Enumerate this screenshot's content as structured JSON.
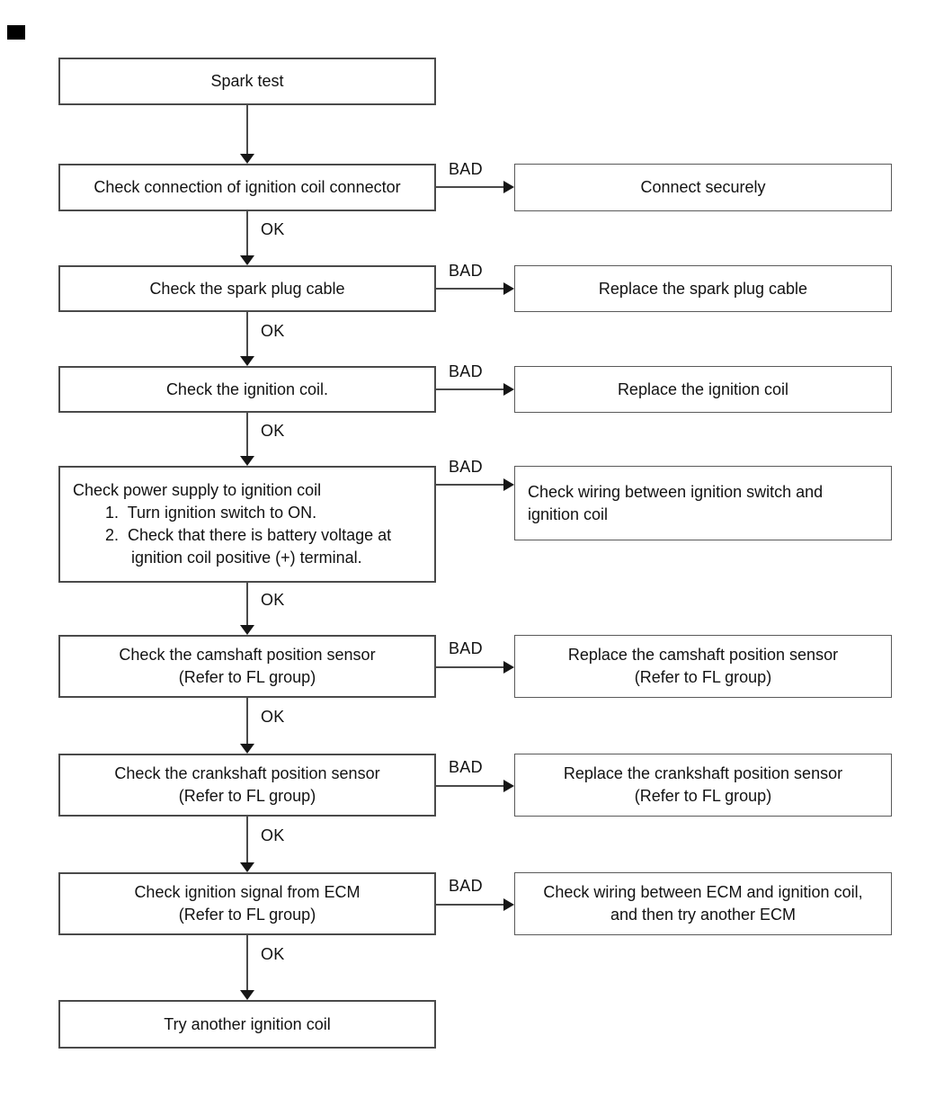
{
  "page": {
    "background_color": "#ffffff",
    "ink_color": "#121212",
    "box_border_color": "#4a4a4a",
    "marker_color": "#000000"
  },
  "labels": {
    "ok": "OK",
    "bad": "BAD"
  },
  "flow": {
    "start": {
      "label": "Spark test"
    },
    "steps": [
      {
        "left": {
          "lines": [
            "Check connection of ignition coil connector"
          ]
        },
        "bad": {
          "lines": [
            "Connect securely"
          ]
        }
      },
      {
        "left": {
          "lines": [
            "Check the spark plug cable"
          ]
        },
        "bad": {
          "lines": [
            "Replace the spark plug cable"
          ]
        }
      },
      {
        "left": {
          "lines": [
            "Check the ignition coil."
          ]
        },
        "bad": {
          "lines": [
            "Replace the ignition coil"
          ]
        }
      },
      {
        "left": {
          "lines": [
            "Check power supply to ignition coil",
            "1.  Turn ignition switch to ON.",
            "2.  Check that there is battery voltage at",
            "ignition coil positive (+) terminal."
          ]
        },
        "bad": {
          "lines": [
            "Check wiring between ignition switch and",
            "ignition coil"
          ]
        }
      },
      {
        "left": {
          "lines": [
            "Check the camshaft position sensor",
            "(Refer to FL group)"
          ]
        },
        "bad": {
          "lines": [
            "Replace the camshaft position sensor",
            "(Refer to FL group)"
          ]
        }
      },
      {
        "left": {
          "lines": [
            "Check the crankshaft position sensor",
            "(Refer to FL group)"
          ]
        },
        "bad": {
          "lines": [
            "Replace the crankshaft position sensor",
            "(Refer to FL group)"
          ]
        }
      },
      {
        "left": {
          "lines": [
            "Check ignition signal from ECM",
            "(Refer to FL group)"
          ]
        },
        "bad": {
          "lines": [
            "Check wiring between ECM and ignition coil,",
            "and then try another ECM"
          ]
        }
      }
    ],
    "end": {
      "label": "Try another ignition coil"
    }
  }
}
